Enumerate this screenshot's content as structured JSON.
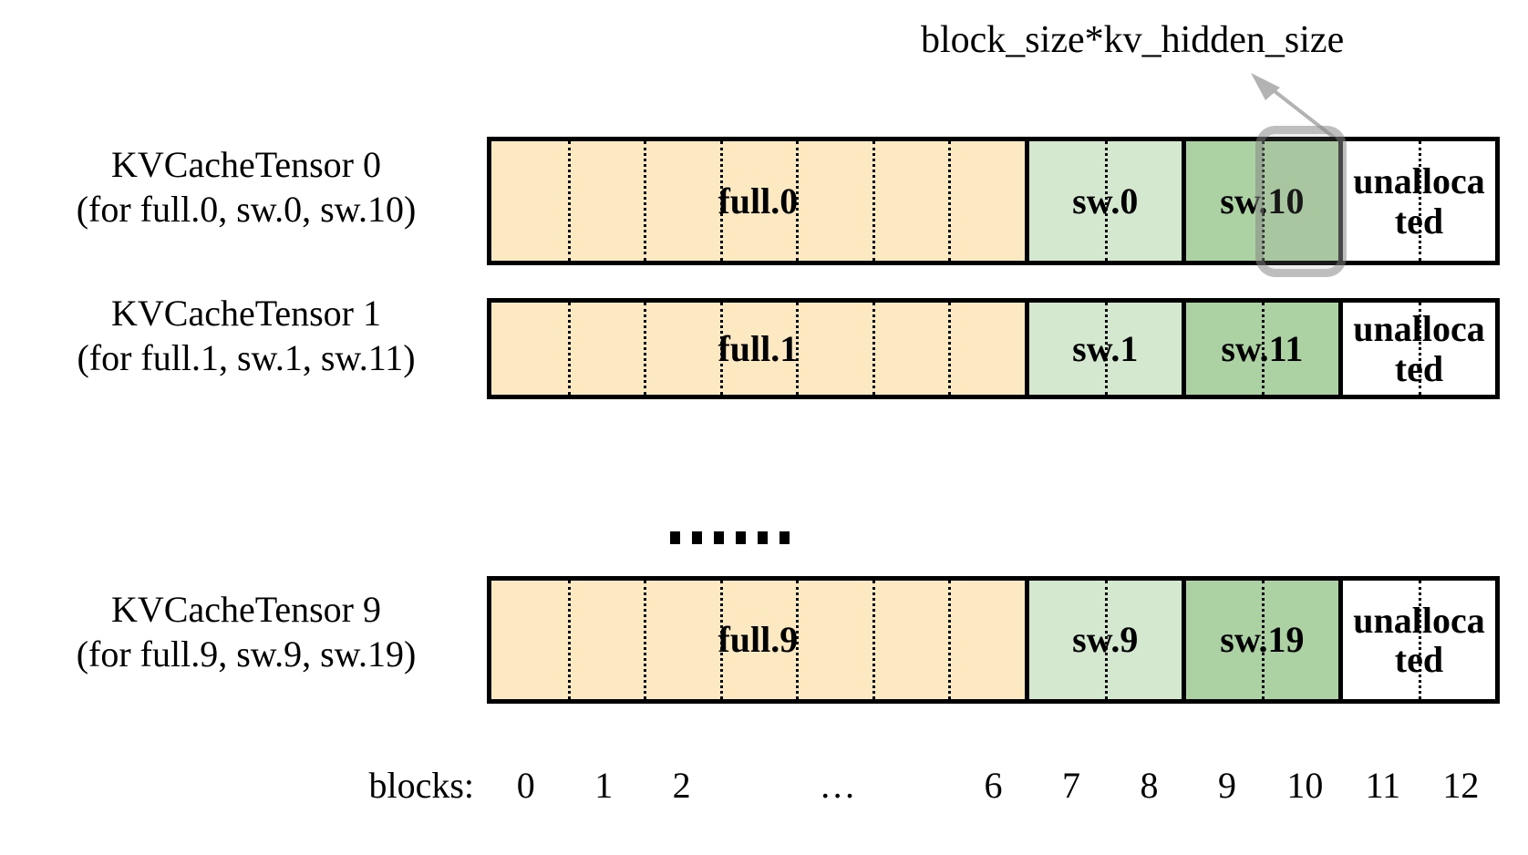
{
  "diagram": {
    "title_annotation": "block_size*kv_hidden_size",
    "axis_label": "blocks:",
    "block_ticks": [
      "0",
      "1",
      "2",
      "…",
      "6",
      "7",
      "8",
      "9",
      "10",
      "11",
      "12"
    ],
    "ellipsis_dots": 6,
    "colors": {
      "full": "#FCE9C2",
      "sw_light": "#D4E8D0",
      "sw_dark": "#ACD1A2",
      "unallocated": "#FFFFFF",
      "outline": "#000000",
      "highlight": "#9A9A9A",
      "annotation_arrow": "#B3B3B3"
    },
    "rows": [
      {
        "label_line1": "KVCacheTensor 0",
        "label_line2": "(for full.0, sw.0, sw.10)",
        "segments": [
          {
            "text": "full.0",
            "kind": "full",
            "blocks": 7
          },
          {
            "text": "sw.0",
            "kind": "sw_light",
            "blocks": 2
          },
          {
            "text": "sw.10",
            "kind": "sw_dark",
            "blocks": 2
          },
          {
            "text": "unallocated",
            "kind": "unallocated",
            "blocks": 2
          }
        ],
        "highlighted_block": 11
      },
      {
        "label_line1": "KVCacheTensor 1",
        "label_line2": "(for full.1, sw.1, sw.11)",
        "segments": [
          {
            "text": "full.1",
            "kind": "full",
            "blocks": 7
          },
          {
            "text": "sw.1",
            "kind": "sw_light",
            "blocks": 2
          },
          {
            "text": "sw.11",
            "kind": "sw_dark",
            "blocks": 2
          },
          {
            "text": "unallocated",
            "kind": "unallocated",
            "blocks": 2
          }
        ],
        "highlighted_block": null
      },
      {
        "label_line1": "KVCacheTensor 9",
        "label_line2": "(for full.9, sw.9, sw.19)",
        "segments": [
          {
            "text": "full.9",
            "kind": "full",
            "blocks": 7
          },
          {
            "text": "sw.9",
            "kind": "sw_light",
            "blocks": 2
          },
          {
            "text": "sw.19",
            "kind": "sw_dark",
            "blocks": 2
          },
          {
            "text": "unallocated",
            "kind": "unallocated",
            "blocks": 2
          }
        ],
        "highlighted_block": null
      }
    ]
  }
}
